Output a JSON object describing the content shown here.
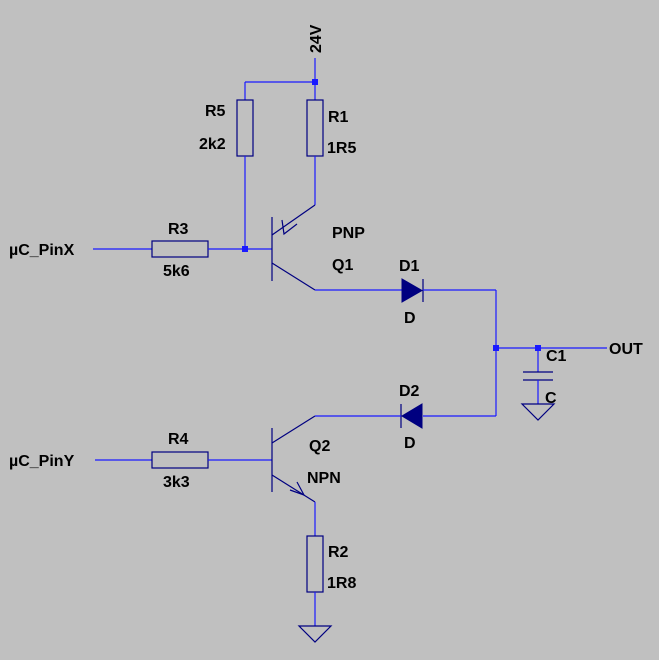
{
  "supply": {
    "label": "24V"
  },
  "output": {
    "label": "OUT"
  },
  "inputs": {
    "x": "µC_PinX",
    "y": "µC_PinY"
  },
  "resistors": {
    "r1": {
      "name": "R1",
      "value": "1R5"
    },
    "r2": {
      "name": "R2",
      "value": "1R8"
    },
    "r3": {
      "name": "R3",
      "value": "5k6"
    },
    "r4": {
      "name": "R4",
      "value": "3k3"
    },
    "r5": {
      "name": "R5",
      "value": "2k2"
    }
  },
  "transistors": {
    "q1": {
      "name": "Q1",
      "type": "PNP"
    },
    "q2": {
      "name": "Q2",
      "type": "NPN"
    }
  },
  "diodes": {
    "d1": {
      "name": "D1",
      "value": "D"
    },
    "d2": {
      "name": "D2",
      "value": "D"
    }
  },
  "capacitors": {
    "c1": {
      "name": "C1",
      "value": "C"
    }
  },
  "colors": {
    "background": "#c0c0c0",
    "wire": "#1a1aff",
    "component": "#000080",
    "text": "#000000"
  }
}
